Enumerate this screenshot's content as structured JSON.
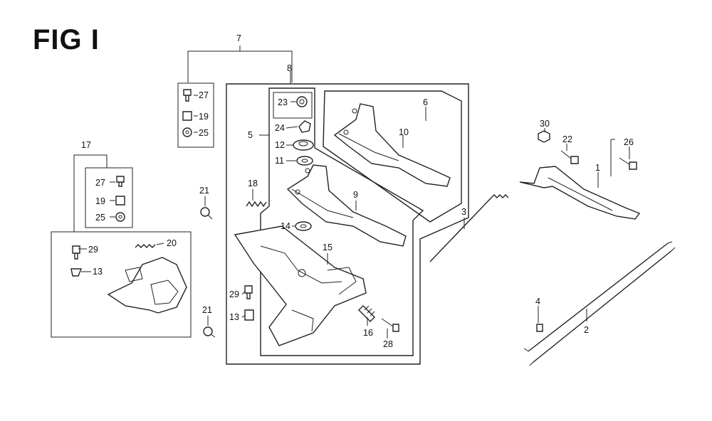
{
  "title": "FIG I",
  "callouts": {
    "c1": "1",
    "c2": "2",
    "c3": "3",
    "c4": "4",
    "c5": "5",
    "c6": "6",
    "c7": "7",
    "c8": "8",
    "c9": "9",
    "c10": "10",
    "c11": "11",
    "c12": "12",
    "c13a": "13",
    "c13b": "13",
    "c14": "14",
    "c15": "15",
    "c16": "16",
    "c17": "17",
    "c18": "18",
    "c19a": "19",
    "c19b": "19",
    "c20": "20",
    "c21a": "21",
    "c21b": "21",
    "c22": "22",
    "c23": "23",
    "c24": "24",
    "c25a": "25",
    "c25b": "25",
    "c26": "26",
    "c27a": "27",
    "c27b": "27",
    "c28": "28",
    "c29a": "29",
    "c29b": "29",
    "c30": "30"
  }
}
